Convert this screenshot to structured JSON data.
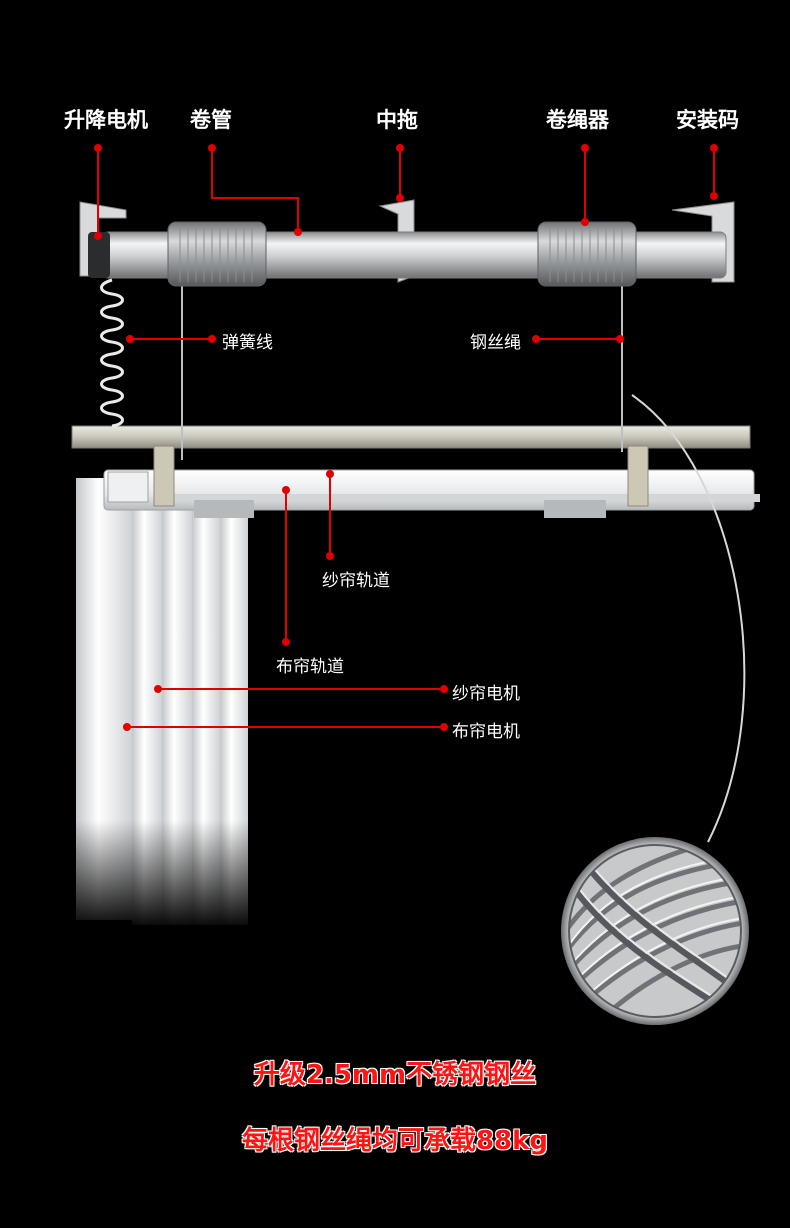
{
  "labels": {
    "lift_motor": "升降电机",
    "roll_tube": "卷管",
    "middle_drag": "中拖",
    "rope_winder": "卷绳器",
    "mount_bracket": "安装码",
    "spring_wire": "弹簧线",
    "steel_rope": "钢丝绳",
    "sheer_track": "纱帘轨道",
    "cloth_track": "布帘轨道",
    "sheer_motor": "纱帘电机",
    "cloth_motor": "布帘电机"
  },
  "captions": {
    "line1": "升级2.5mm不锈钢钢丝",
    "line2": "每根钢丝绳均可承载88kg"
  },
  "colors": {
    "background": "#000000",
    "leader": "#e00000",
    "caption": "#ff1414"
  }
}
